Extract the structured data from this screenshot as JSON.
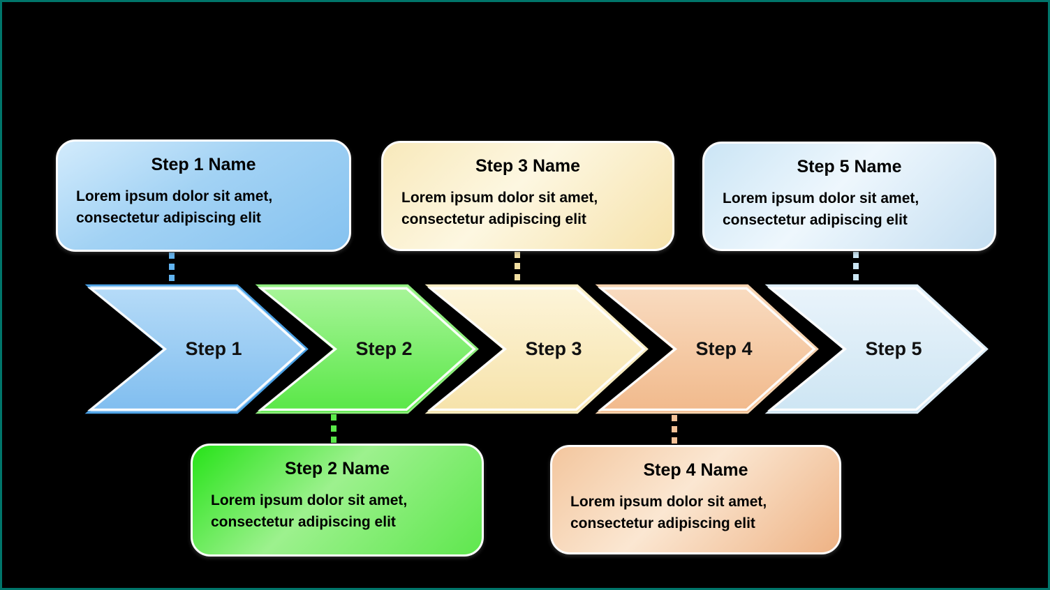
{
  "diagram": {
    "type": "process-flow-chevrons",
    "background": "#000000",
    "frame_color": "#00756a",
    "step_count": 5
  },
  "steps": [
    {
      "label": "Step 1",
      "name": "Step 1 Name",
      "description_lines": [
        "Lorem ipsum dolor sit amet,",
        "consectetur adipiscing elit"
      ],
      "callout_position": "top",
      "accent": "#85c2f0"
    },
    {
      "label": "Step 2",
      "name": "Step 2 Name",
      "description_lines": [
        "Lorem ipsum dolor sit amet,",
        "consectetur adipiscing elit"
      ],
      "callout_position": "bottom",
      "accent": "#5fe74e"
    },
    {
      "label": "Step 3",
      "name": "Step 3 Name",
      "description_lines": [
        "Lorem ipsum dolor sit amet,",
        "consectetur adipiscing elit"
      ],
      "callout_position": "top",
      "accent": "#f6e2ab"
    },
    {
      "label": "Step 4",
      "name": "Step 4 Name",
      "description_lines": [
        "Lorem ipsum dolor sit amet,",
        "consectetur adipiscing elit"
      ],
      "callout_position": "bottom",
      "accent": "#eeb284"
    },
    {
      "label": "Step 5",
      "name": "Step 5 Name",
      "description_lines": [
        "Lorem ipsum dolor sit amet,",
        "consectetur adipiscing elit"
      ],
      "callout_position": "top",
      "accent": "#c4def1"
    }
  ]
}
